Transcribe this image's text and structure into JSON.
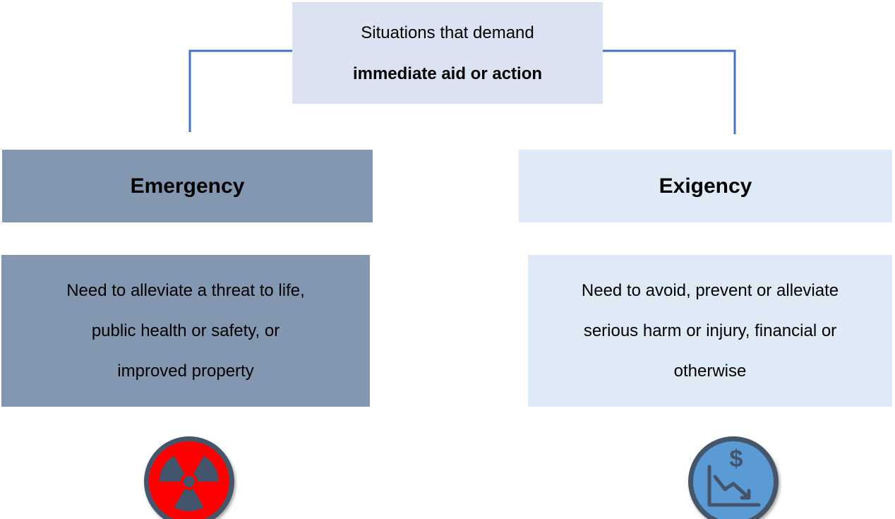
{
  "top": {
    "line1": "Situations that demand",
    "line2": "immediate aid or action"
  },
  "emergency": {
    "title": "Emergency",
    "description": [
      "Need to alleviate a threat to life,",
      "public health or safety, or",
      "improved property"
    ],
    "icon": "radiation-icon"
  },
  "exigency": {
    "title": "Exigency",
    "description": [
      "Need to avoid, prevent or alleviate",
      "serious harm or injury, financial or",
      "otherwise"
    ],
    "icon": "financial-loss-icon"
  },
  "colors": {
    "connector": "#4472c4",
    "top_box": "#dbe3f2",
    "emergency_fill": "#8497b0",
    "exigency_fill": "#deebf7",
    "radiation_bg": "#ff0000",
    "icon_ring": "#44546a",
    "finance_bg": "#5b9bd5"
  }
}
